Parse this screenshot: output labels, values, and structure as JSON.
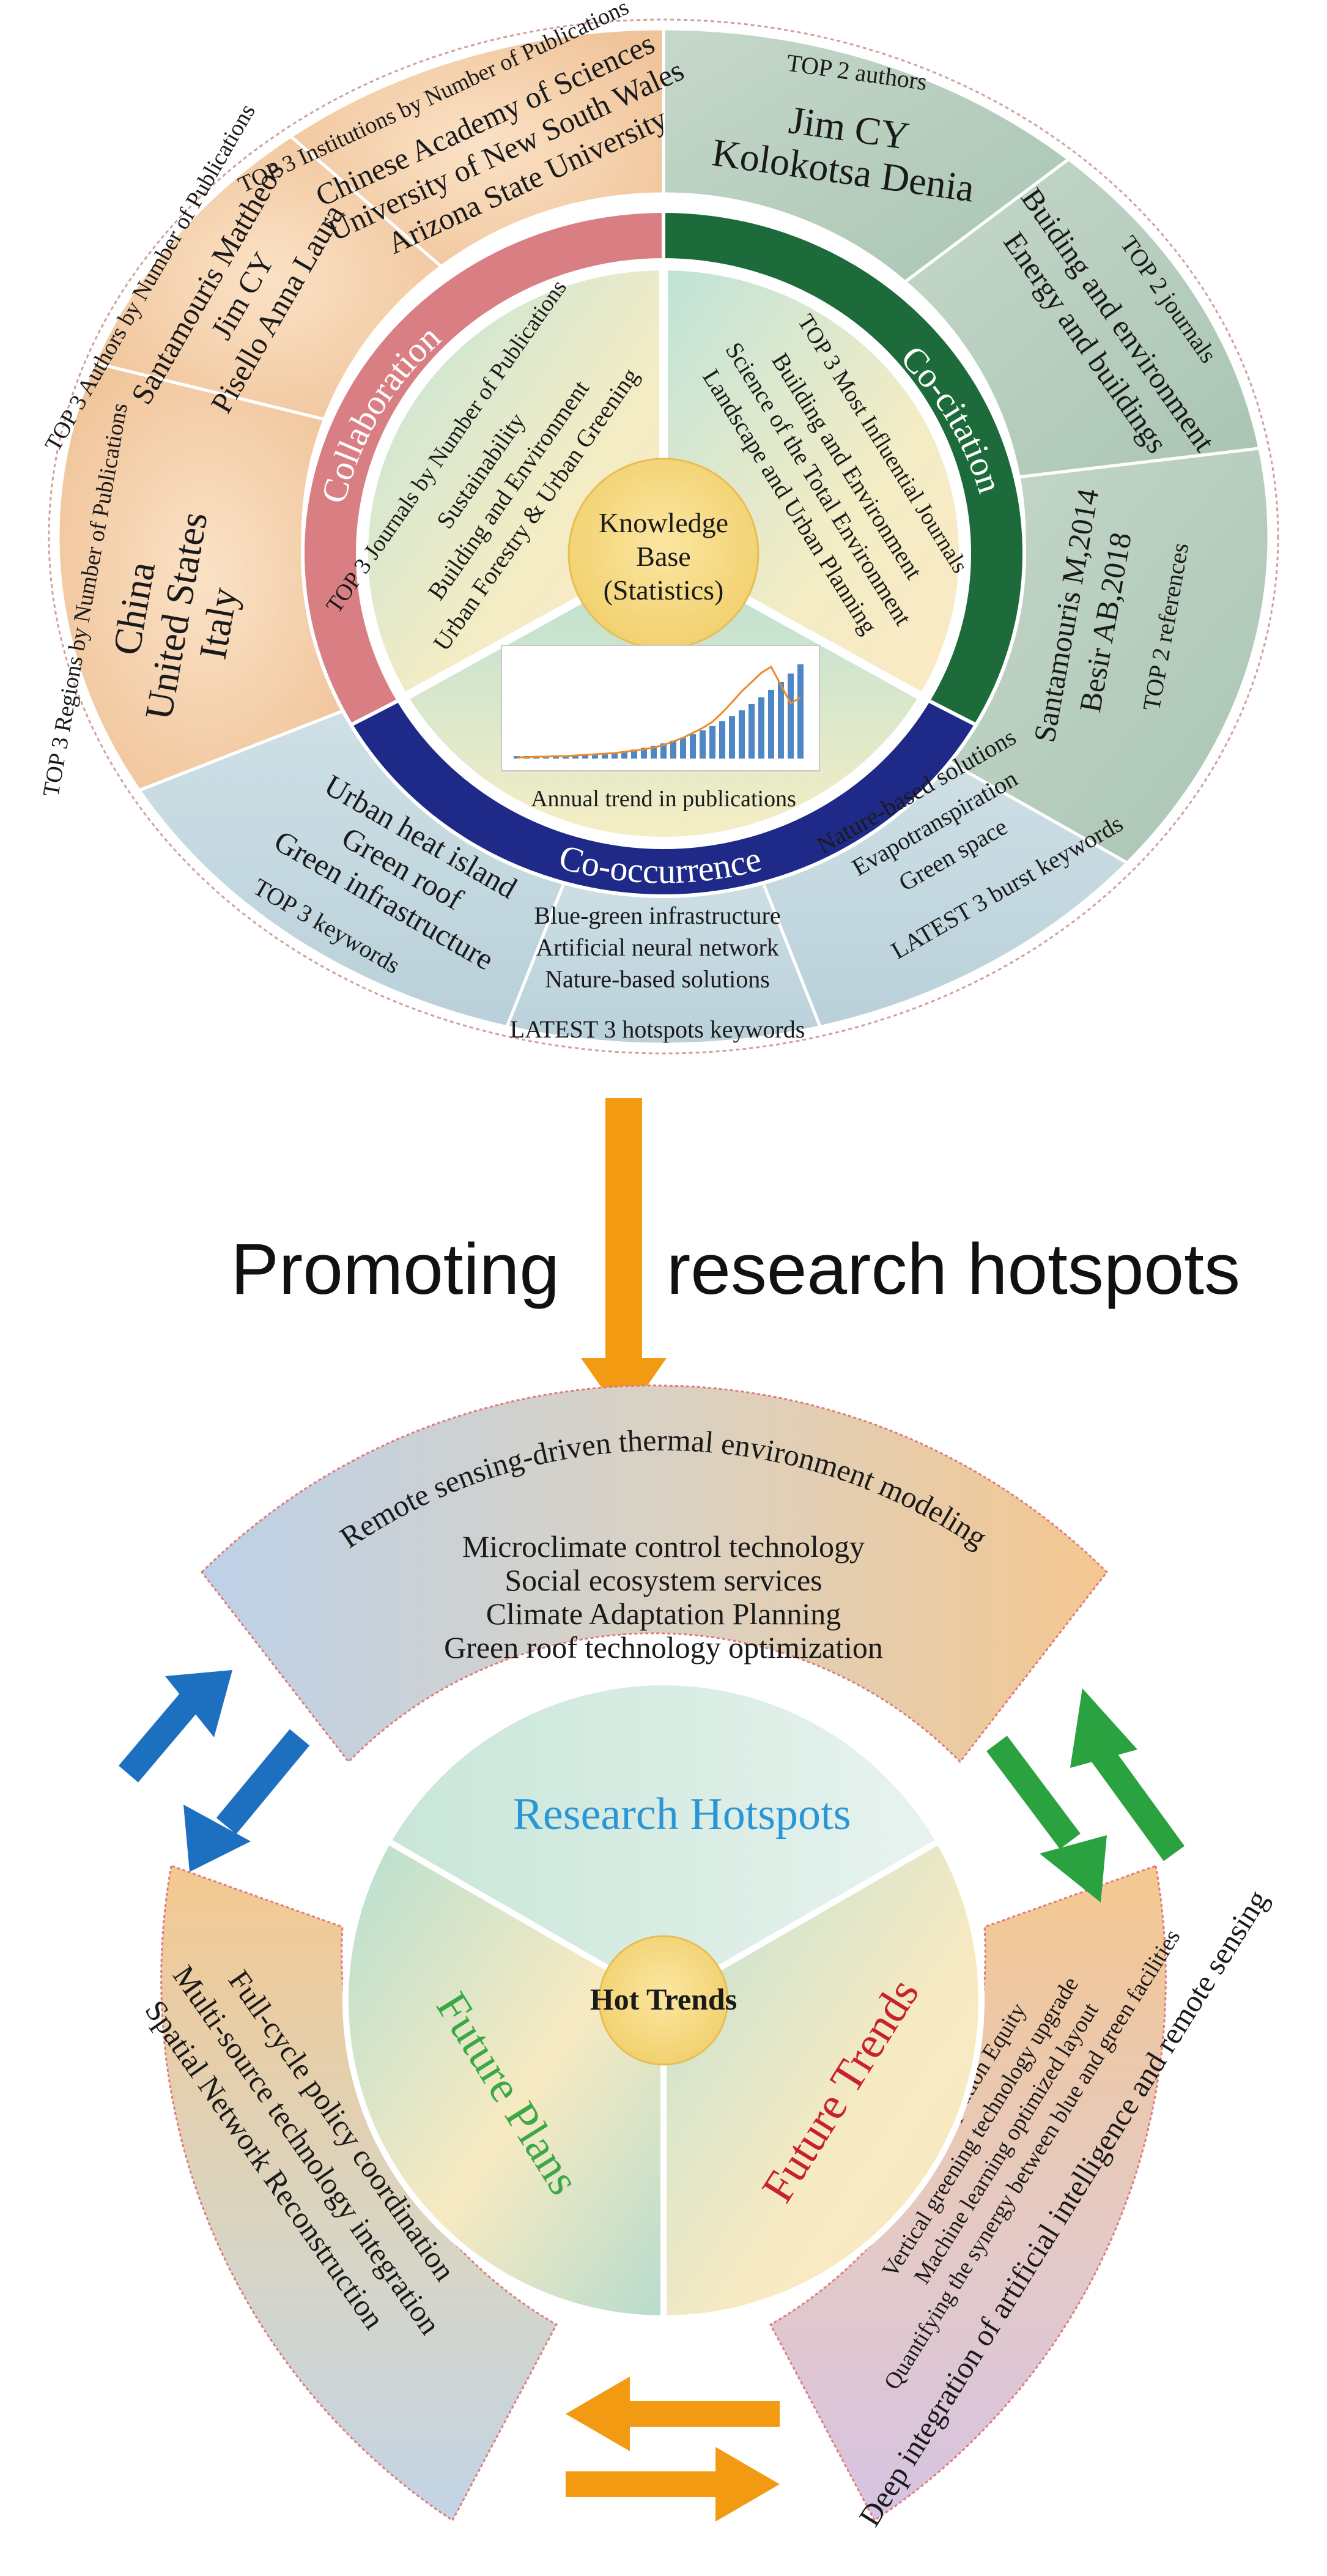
{
  "knowledge_base": {
    "center_line1": "Knowledge",
    "center_line2": "Base",
    "center_line3": "(Statistics)",
    "collaboration_label": "Collaboration",
    "cocitation_label": "Co-citation",
    "cooccurrence_label": "Co-occurrence",
    "inner_journals": {
      "title": "TOP 3 Journals by Number of Publications",
      "items": [
        "Sustainability",
        "Building and Environment",
        "Urban Forestry & Urban Greening"
      ]
    },
    "inner_influential": {
      "title": "TOP 3 Most Influential Journals",
      "items": [
        "Building and Environment",
        "Science of the Total Environment",
        "Landscape and Urban Planning"
      ]
    },
    "annual_trend_caption": "Annual trend in publications",
    "institutions": {
      "title": "TOP 3 Institutions by Number of Publications",
      "items": [
        "Chinese Academy of Sciences",
        "University of New South Wales",
        "Arizona State University"
      ]
    },
    "authors_pubs": {
      "title": "TOP 3 Authors by Number of Publications",
      "items": [
        "Santamouris Mattheos",
        "Jim CY",
        "Pisello Anna Laura"
      ]
    },
    "regions": {
      "title": "TOP 3 Regions by Number of Publications",
      "items": [
        "China",
        "United States",
        "Italy"
      ]
    },
    "top_authors": {
      "title": "TOP 2 authors",
      "items": [
        "Jim CY",
        "Kolokotsa Denia"
      ]
    },
    "top_journals": {
      "title": "TOP 2 journals",
      "items": [
        "Buiding and environment",
        "Energy and buildings"
      ]
    },
    "top_references": {
      "title": "TOP 2 references",
      "items": [
        "Santamouris M,2014",
        "Besir AB,2018"
      ]
    },
    "top_keywords": {
      "title": "TOP 3 keywords",
      "items": [
        "Urban heat island",
        "Green roof",
        "Green infrastructure"
      ]
    },
    "hotspot_keywords": {
      "title": "LATEST 3 hotspots keywords",
      "items": [
        "Blue-green infrastructure",
        "Artificial neural network",
        "Nature-based solutions"
      ]
    },
    "burst_keywords": {
      "title": "LATEST 3 burst keywords",
      "items": [
        "Nature-based solutions",
        "Evapotranspiration",
        "Green space"
      ]
    }
  },
  "promo": {
    "left": "Promoting",
    "right": "research hotspots"
  },
  "hot_trends": {
    "center": "Hot Trends",
    "research_hotspots_label": "Research Hotspots",
    "future_plans_label": "Future Plans",
    "future_trends_label": "Future Trends",
    "research_hotspots_items": [
      "Remote sensing-driven thermal environment modeling",
      "Microclimate control technology",
      "Social ecosystem services",
      "Climate Adaptation Planning",
      "Green roof technology optimization"
    ],
    "future_plans_items": [
      "Full-cycle policy coordination",
      "Multi-source technology integration",
      "Spatial Network Reconstruction"
    ],
    "future_trends_items": [
      "Climate Adaptation Equity",
      "Vertical greening technology upgrade",
      "Machine learning optimized layout",
      "Quantifying the synergy between blue and green facilities",
      "Deep integration of artificial intelligence and remote sensing"
    ]
  },
  "colors": {
    "peach": "#f2c89e",
    "sage": "#b8cfc0",
    "light_blue": "#c5d9e1",
    "red_ring": "#d97f84",
    "green_ring": "#1d6b3a",
    "navy_ring": "#1f2a88",
    "center_yellow": "#f5d77b",
    "orange_arrow": "#f19a12",
    "blue_arrow": "#1d6fc0",
    "green_arrow": "#2aa240",
    "research_blue": "#2b96d6",
    "plans_green": "#3aa845",
    "trends_red": "#c9212b"
  }
}
